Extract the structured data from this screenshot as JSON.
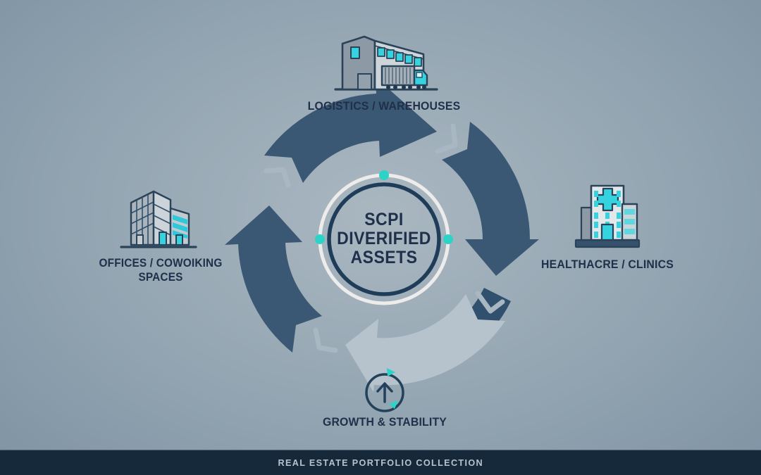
{
  "center": {
    "line1": "SCPI",
    "line2": "DIVERIFIED",
    "line3": "ASSETS"
  },
  "nodes": {
    "logistics": {
      "label": "LOGISTICS / WAREHOUSES"
    },
    "healthcare": {
      "label": "HEALTHACRE / CLINICS"
    },
    "offices": {
      "label_line1": "OFFICES / COWOIKING",
      "label_line2": "SPACES"
    },
    "growth": {
      "label": "GROWTH & STABILITY"
    }
  },
  "footer": {
    "label": "REAL ESTATE PORTFOLIO COLLECTION"
  },
  "icons": {
    "top": "warehouse-truck-icon",
    "right": "hospital-icon",
    "left": "office-building-icon",
    "bottom": "growth-arrow-icon"
  },
  "colors": {
    "background_center": "#aab7c1",
    "background_edge": "#7e93a4",
    "arrow_dark": "#3a5873",
    "arrow_accent": "#30506e",
    "arrow_light": "#b6c2cc",
    "chevron": "#a8b7c2",
    "ring_outer": "#edecea",
    "ring_inner": "#1f3d58",
    "dot_teal": "#2bd4c7",
    "icon_teal": "#35d2e0",
    "icon_outline": "#2a4358",
    "label_text": "#20304a",
    "footer_bg": "#16293b",
    "footer_text": "#b7c3cc"
  }
}
